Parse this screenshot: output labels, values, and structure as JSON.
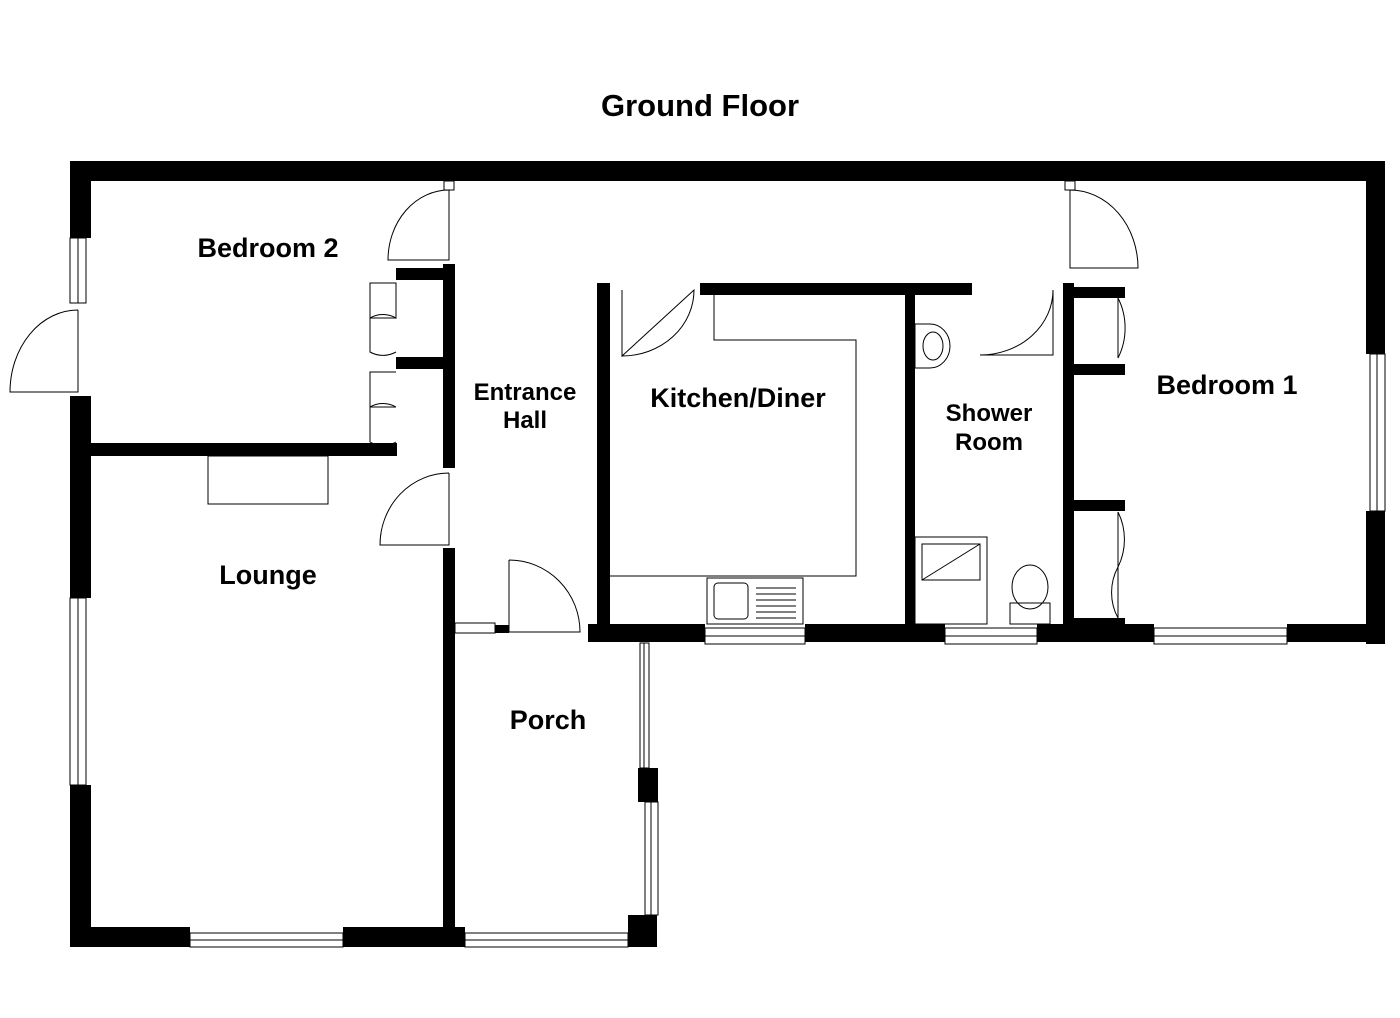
{
  "floor": {
    "title": "Ground Floor"
  },
  "rooms": {
    "bedroom2": "Bedroom 2",
    "entrance_hall_line1": "Entrance",
    "entrance_hall_line2": "Hall",
    "kitchen_diner": "Kitchen/Diner",
    "shower_room_line1": "Shower",
    "shower_room_line2": "Room",
    "bedroom1": "Bedroom 1",
    "lounge": "Lounge",
    "porch": "Porch"
  }
}
